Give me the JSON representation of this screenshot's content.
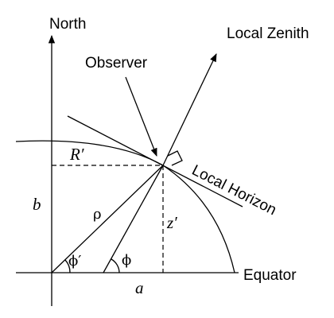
{
  "labels": {
    "north": "North",
    "local_zenith": "Local Zenith",
    "observer": "Observer",
    "local_horizon": "Local Horizon",
    "equator": "Equator",
    "r_prime": "R′",
    "b": "b",
    "rho": "ρ",
    "z_prime": "z′",
    "phi_prime": "ϕ′",
    "phi": "ϕ",
    "a": "a"
  }
}
